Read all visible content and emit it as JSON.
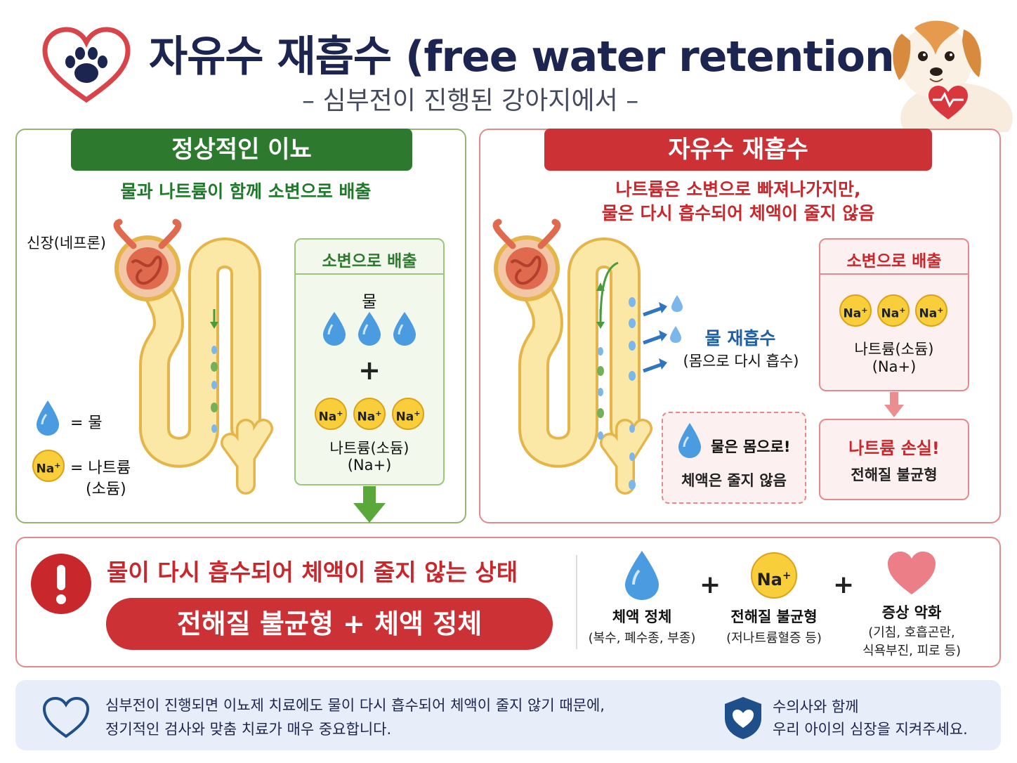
{
  "header": {
    "title": "자유수 재흡수 (free water retention)",
    "subtitle": "– 심부전이 진행된 강아지에서 –"
  },
  "left_panel": {
    "banner": "정상적인 이뇨",
    "description": "물과 나트륨이 함께 소변으로 배출",
    "kidney_label": "신장(네프론)",
    "legend_water": "= 물",
    "legend_sodium_line1": "= 나트륨",
    "legend_sodium_line2": "(소듐)",
    "excretion_box": {
      "title": "소변으로 배출",
      "water_label": "물",
      "plus": "+",
      "sodium_label_line1": "나트륨(소듐)",
      "sodium_label_line2": "(Na+)"
    }
  },
  "right_panel": {
    "banner": "자유수 재흡수",
    "description_line1": "나트륨은 소변으로 빠져나가지만,",
    "description_line2": "물은 다시 흡수되어 체액이 줄지 않음",
    "reabsorption_label": "물 재흡수",
    "reabsorption_sub": "(몸으로 다시 흡수)",
    "body_box_line1": "물은 몸으로!",
    "body_box_line2": "체액은 줄지 않음",
    "excretion_box": {
      "title": "소변으로 배출",
      "sodium_label_line1": "나트륨(소듐)",
      "sodium_label_line2": "(Na+)"
    },
    "loss_box": {
      "title": "나트륨 손실!",
      "subtitle": "전해질 불균형"
    }
  },
  "summary": {
    "headline": "물이 다시 흡수되어 체액이 줄지 않는 상태",
    "pill": "전해질 불균형  +  체액 정체",
    "items": [
      {
        "title": "체액 정체",
        "detail": "(복수, 폐수종, 부종)"
      },
      {
        "title": "전해질 불균형",
        "detail": "(저나트륨혈증 등)"
      },
      {
        "title": "증상 악화",
        "detail_line1": "(기침, 호흡곤란,",
        "detail_line2": "식욕부진, 피로 등)"
      }
    ],
    "plus": "+"
  },
  "footer": {
    "left_line1": "심부전이 진행되면 이뇨제 치료에도 물이 다시 흡수되어 체액이 줄지 않기 때문에,",
    "left_line2": "정기적인 검사와 맞춤 치료가 매우 중요합니다.",
    "right_line1": "수의사와 함께",
    "right_line2": "우리 아이의 심장을 지켜주세요."
  },
  "na_symbol": "Na",
  "na_charge": "+",
  "colors": {
    "navy": "#1c2550",
    "green": "#2d7a2e",
    "red": "#cc3135",
    "water": "#4a9be0",
    "sodium": "#f8cf3a",
    "nephron": "#f5d98a"
  },
  "icons": [
    "paw-heart-logo",
    "puppy-illustration",
    "water-drop-icon",
    "sodium-icon",
    "exclamation-icon",
    "heart-icon",
    "shield-heart-icon",
    "arrow-icon"
  ]
}
